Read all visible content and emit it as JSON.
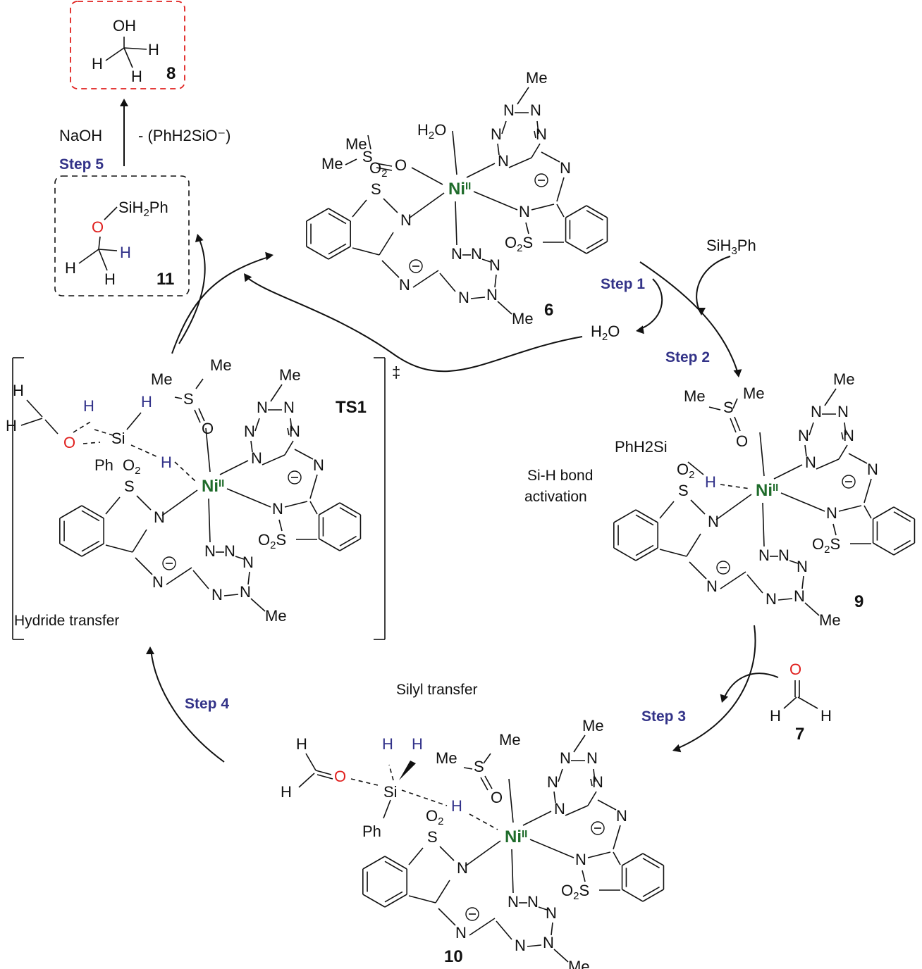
{
  "colors": {
    "step": "#333388",
    "nickel": "#1e6b2a",
    "oxygen": "#e0201e",
    "hydride": "#33338a",
    "box_product": "#e0201e",
    "box_intermediate": "#111111"
  },
  "compounds": {
    "c6": "6",
    "c7": "7",
    "c8": "8",
    "c9": "9",
    "c10": "10",
    "c11": "11",
    "ts1": "TS1",
    "dagger": "‡"
  },
  "steps": {
    "s1": "Step 1",
    "s2": "Step 2",
    "s3": "Step 3",
    "s4": "Step 4",
    "s5": "Step 5"
  },
  "labels": {
    "si_h_activation_1": "Si-H bond",
    "si_h_activation_2": "activation",
    "silyl_transfer": "Silyl transfer",
    "hydride_transfer": "Hydride transfer"
  },
  "reagents": {
    "silane": "SiH3Ph",
    "water": "H2O",
    "naoh": "NaOH",
    "byproduct": "- (PhH2SiO⁻)"
  },
  "atoms": {
    "ni": "Ni",
    "ni_charge": "II",
    "me": "Me",
    "s": "S",
    "o": "O",
    "n": "N",
    "h": "H",
    "si": "Si",
    "ph": "Ph",
    "o2": "O",
    "o2_sub": "2",
    "minus": "−",
    "oh": "OH",
    "phh2si": "PhH2Si",
    "sih2ph": "SiH2Ph"
  }
}
